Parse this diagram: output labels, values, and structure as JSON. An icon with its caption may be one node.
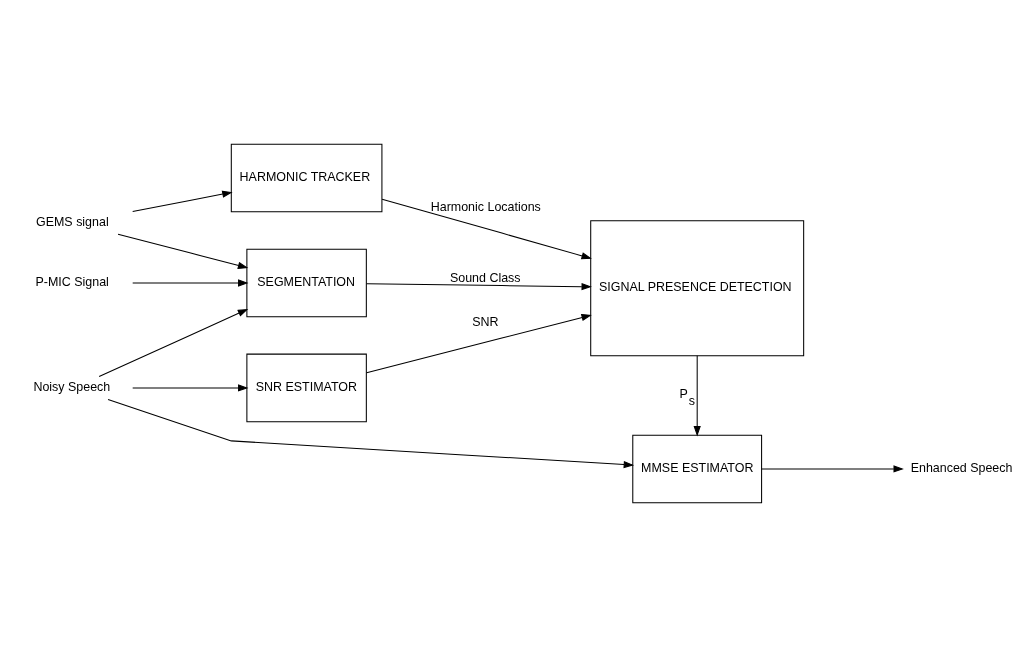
{
  "diagram": {
    "nodes": [
      {
        "text": [
          "P-MIC Signal"
        ]
      },
      {
        "text": [
          "Noisy Speech"
        ]
      },
      {
        "text": [
          "GEMS signal"
        ]
      },
      {
        "text": [
          "SEGMENTATION"
        ]
      },
      {
        "text": [
          "SNR ESTIMATOR"
        ]
      },
      {
        "text": [
          "HARMONIC TRACKER"
        ]
      },
      {
        "text": [
          "SIGNAL PRESENCE DETECTION"
        ]
      },
      {
        "text": [
          "MMSE ESTIMATOR"
        ]
      },
      {
        "text": [
          "Enhanced Speech"
        ]
      }
    ],
    "edges": [
      {
        "from": 0,
        "to": 3,
        "arrow": "to"
      },
      {
        "from": 2,
        "to": 3,
        "arrow": "to"
      },
      {
        "from": 1,
        "to": 3,
        "arrow": "to"
      },
      {
        "from": 1,
        "to": 4,
        "arrow": "to"
      },
      {
        "from": 1,
        "to": 7,
        "arrow": "to"
      },
      {
        "from": 2,
        "to": 5,
        "arrow": "to"
      },
      {
        "from": 3,
        "to": 6,
        "label": "Sound Class",
        "arrow": "to"
      },
      {
        "from": 4,
        "to": 6,
        "label": "SNR",
        "arrow": "to"
      },
      {
        "from": 5,
        "to": 6,
        "label": "Harmonic Locations",
        "arrow": "to"
      },
      {
        "from": 6,
        "to": 7,
        "label": "P$_{s}$",
        "arrow": "to"
      },
      {
        "from": 7,
        "to": 8,
        "arrow": "to"
      }
    ]
  }
}
